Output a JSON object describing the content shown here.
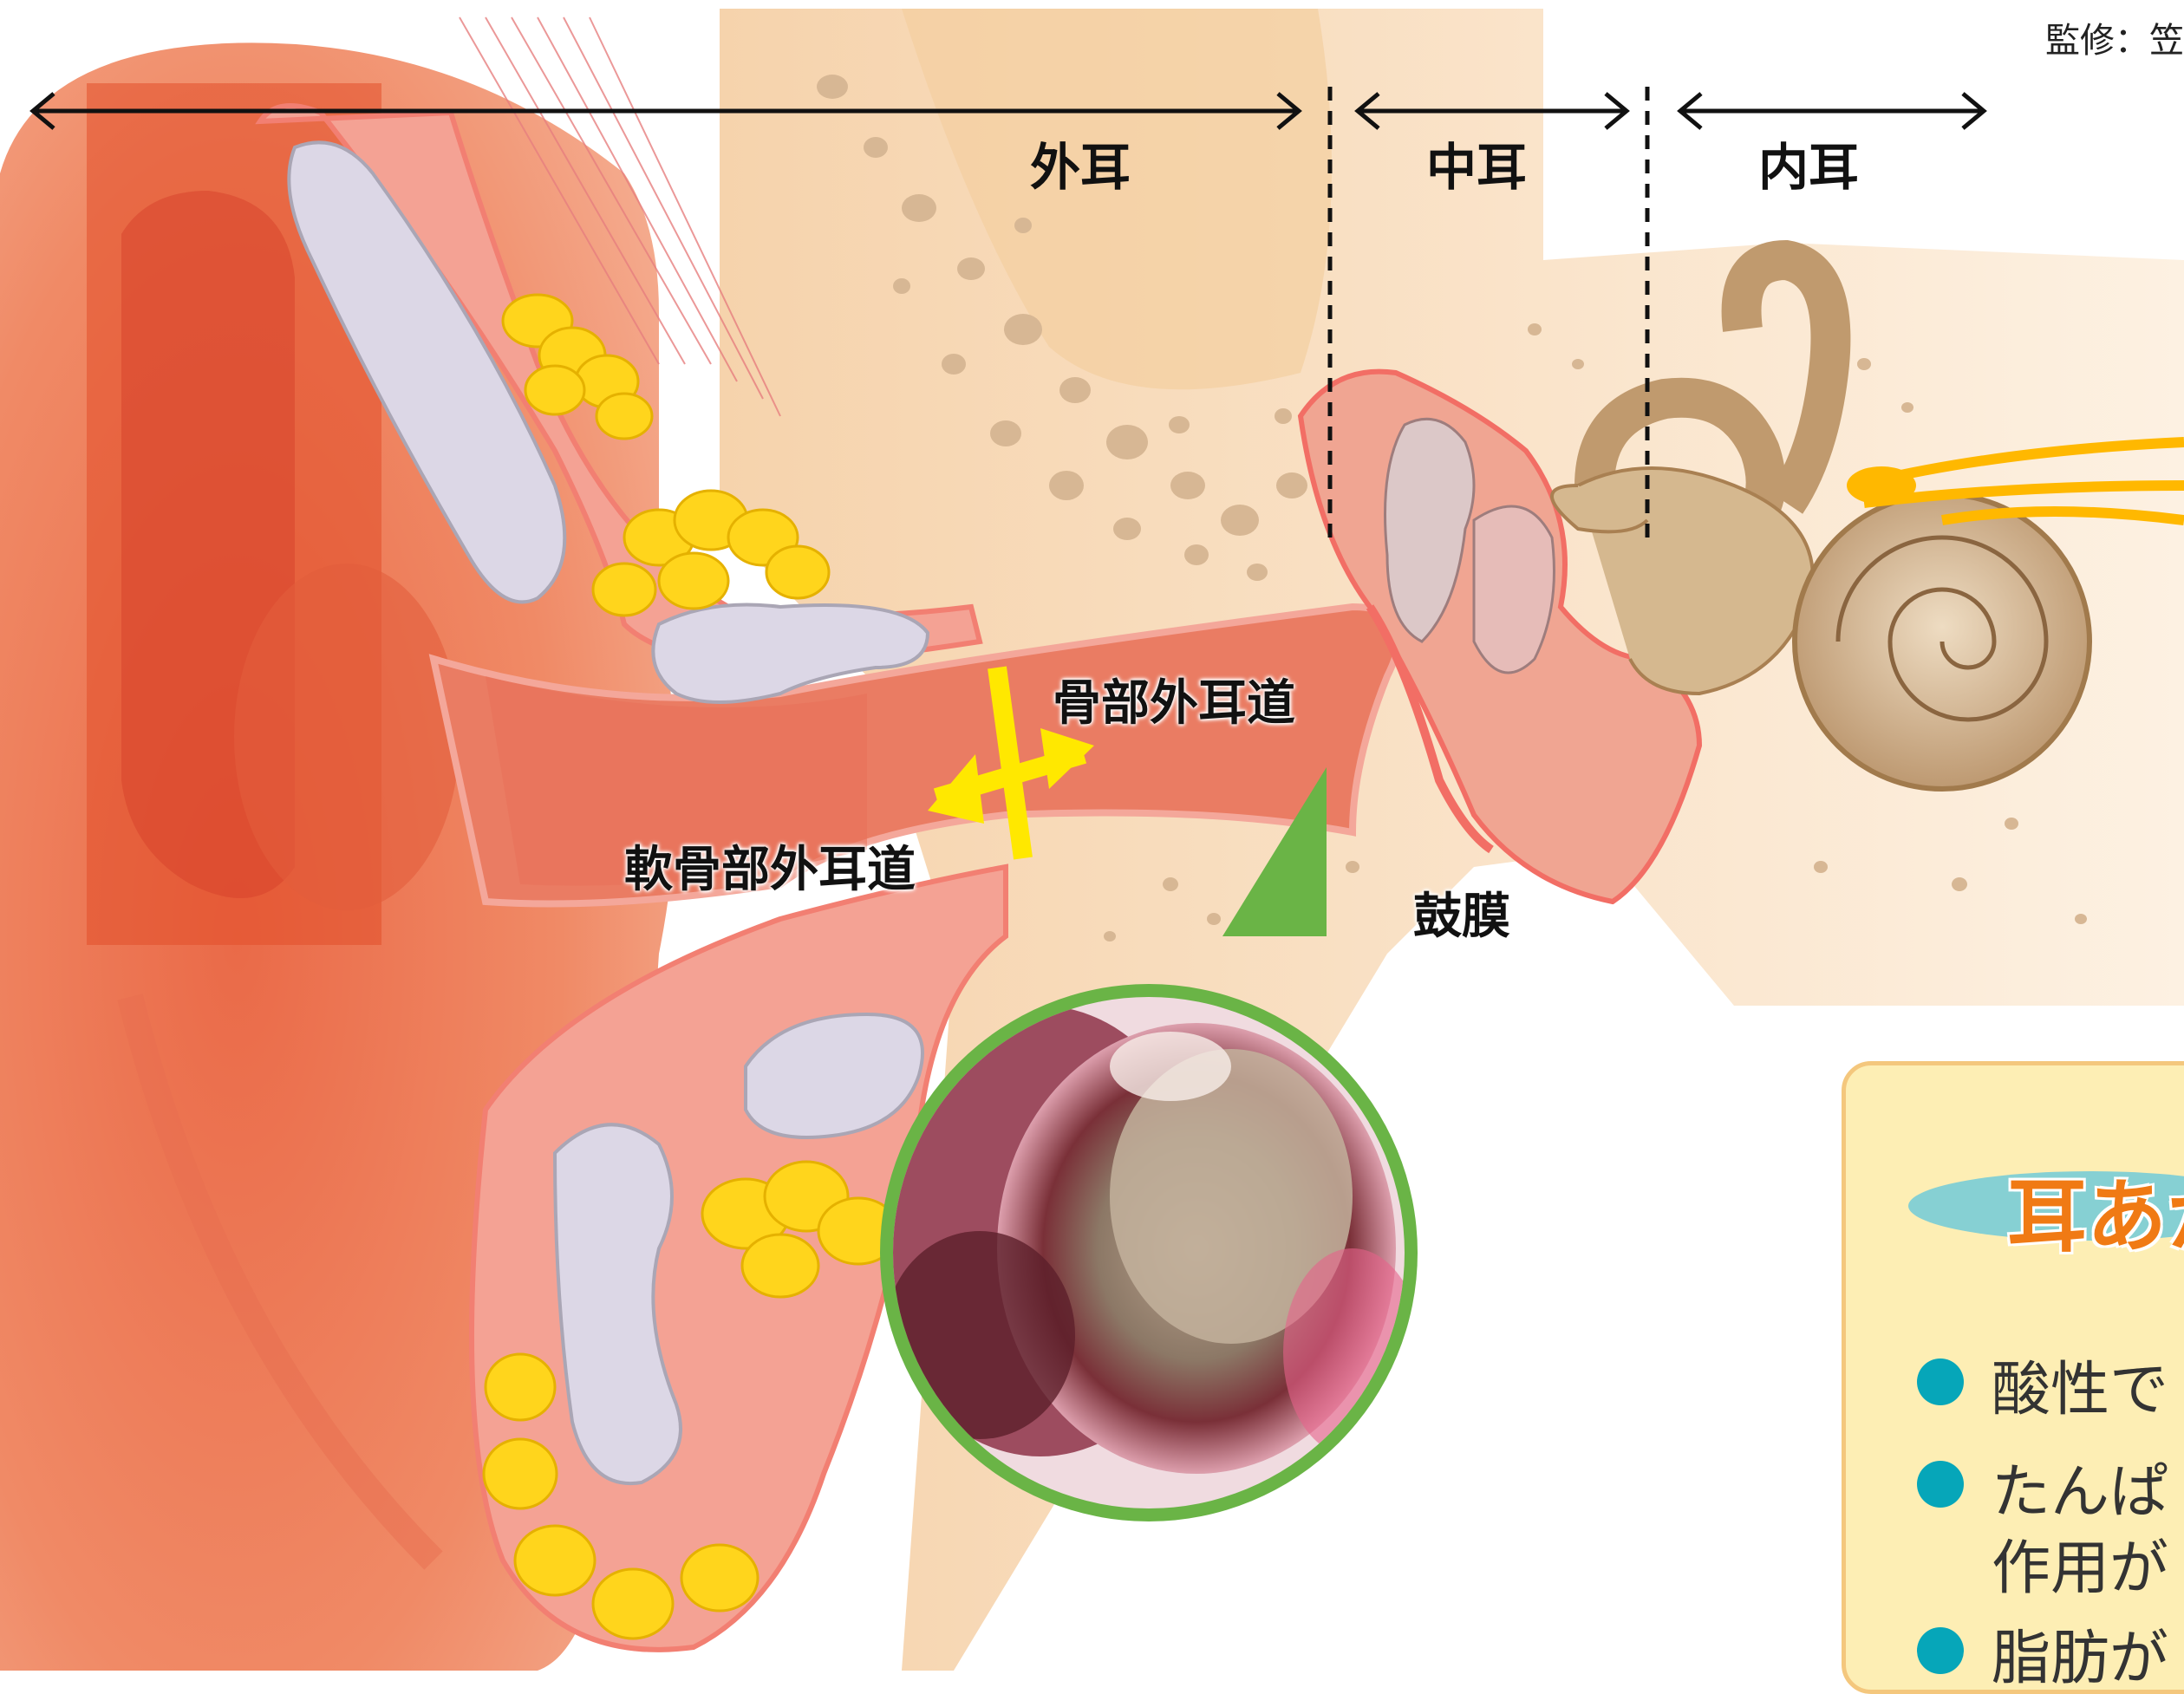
{
  "credit": "監修：笠",
  "regions": {
    "outer": "外耳",
    "middle": "中耳",
    "inner": "内耳"
  },
  "labels": {
    "bony_canal": "骨部外耳道",
    "cartilage_canal": "軟骨部外耳道",
    "eardrum": "鼓膜"
  },
  "panel": {
    "title": "耳あか",
    "bullets": [
      {
        "lines": [
          "酸性で"
        ]
      },
      {
        "lines": [
          "たんぱ",
          "作用が"
        ]
      },
      {
        "lines": [
          "脂肪が"
        ]
      }
    ]
  },
  "colors": {
    "skin": "#ef8c6a",
    "skin_dark": "#e0502e",
    "bone": "#f8dcb8",
    "cartilage": "#d9d6e0",
    "fat": "#ffd51c",
    "panel_bg": "#fdeeb4",
    "panel_border": "#f4c77d",
    "title_orange": "#f07a14",
    "accent_teal": "#06a6b9",
    "arrow_yellow": "#ffe800",
    "callout_green": "#6ab446"
  }
}
